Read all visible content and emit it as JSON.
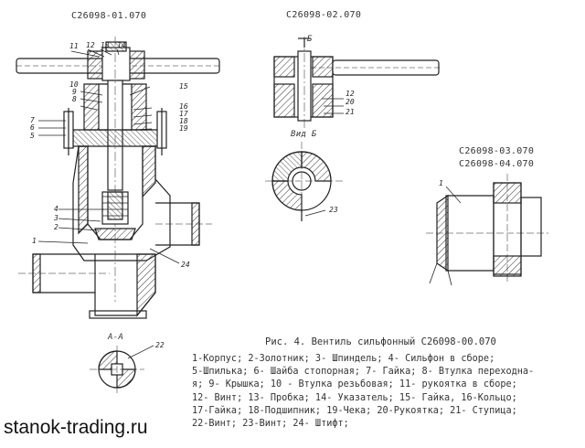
{
  "drawing_codes": {
    "main": "С26098-01.070",
    "top_right": "С26098-02.070",
    "right_a": "С26098-03.070",
    "right_b": "С26098-04.070"
  },
  "views": {
    "view_b": "Вид Б",
    "section_aa": "А-А",
    "section_b_mark": "Б"
  },
  "caption": "Рис. 4. Вентиль сильфонный С26098-00.070",
  "legend_lines": [
    "1-Корпус; 2-Золотник; 3- Шпиндель; 4- Сильфон в сборе;",
    "5-Шпилька; 6- Шайба стопорная; 7- Гайка; 8- Втулка переходна-",
    "я; 9- Крышка; 10 - Втулка резьбовая; 11- рукоятка в сборе;",
    "12- Винт; 13- Пробка; 14- Указатель; 15- Гайка, 16-Кольцо;",
    "17-Гайка; 18-Подшипник; 19-Чека; 20-Рукоятка; 21- Ступица;",
    "22-Винт; 23-Винт; 24- Штифт;"
  ],
  "watermark": "stanok-trading.ru",
  "callouts_main": [
    "11",
    "12",
    "13",
    "14",
    "10",
    "9",
    "8",
    "7",
    "6",
    "5",
    "4",
    "3",
    "2",
    "1",
    "15",
    "16",
    "17",
    "18",
    "19",
    "24"
  ],
  "callouts_top": [
    "12",
    "20",
    "21"
  ],
  "callouts_other": [
    "23",
    "22",
    "1"
  ]
}
